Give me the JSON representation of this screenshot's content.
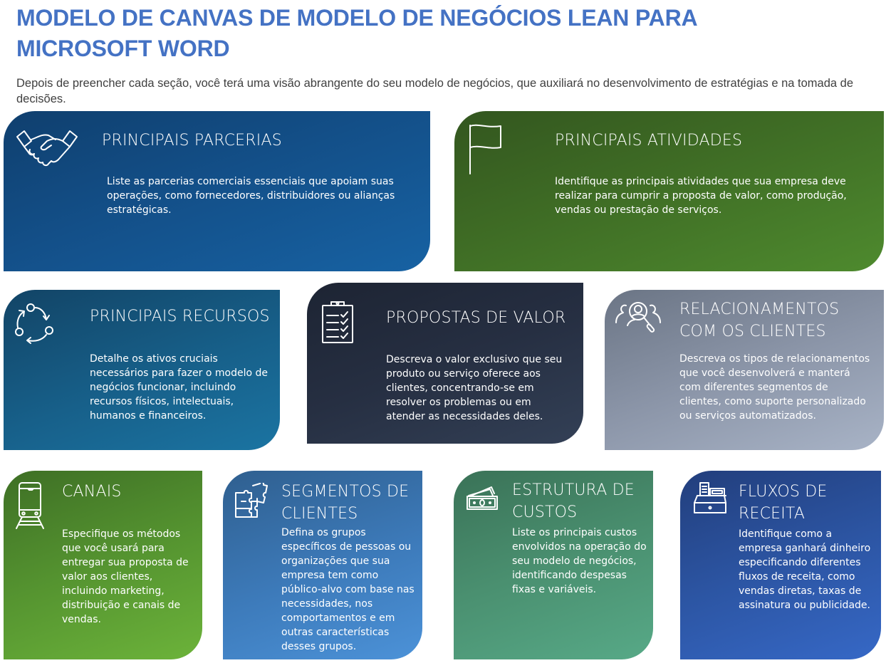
{
  "header": {
    "title": "MODELO DE CANVAS DE MODELO DE NEGÓCIOS LEAN PARA MICROSOFT WORD",
    "subtitle": "Depois de preencher cada seção, você terá uma visão abrangente do seu modelo de negócios, que auxiliará no desenvolvimento de estratégias e na tomada de decisões."
  },
  "cards": [
    {
      "id": "parcerias",
      "icon": "handshake-icon",
      "color": "#134f88",
      "title": "PRINCIPAIS PARCERIAS",
      "body": "Liste as parcerias comerciais essenciais que apoiam suas operações, como fornecedores, distribuidores ou alianças estratégicas."
    },
    {
      "id": "atividades",
      "icon": "flag-icon",
      "color": "#3f6d25",
      "title": "PRINCIPAIS ATIVIDADES",
      "body": "Identifique as principais atividades que sua empresa deve realizar para cumprir a proposta de valor, como produção, vendas ou prestação de serviços."
    },
    {
      "id": "recursos",
      "icon": "cycle-icon",
      "color": "#17608a",
      "title": "PRINCIPAIS RECURSOS",
      "body": "Detalhe os ativos cruciais necessários para fazer o modelo de negócios funcionar, incluindo recursos físicos, intelectuais, humanos e financeiros."
    },
    {
      "id": "propostas",
      "icon": "clipboard-checklist-icon",
      "color": "#262f42",
      "title": "PROPOSTAS DE VALOR",
      "body": "Descreva o valor exclusivo que seu produto ou serviço oferece aos clientes, concentrando-se em resolver os problemas ou em atender as necessidades deles."
    },
    {
      "id": "relacionamentos",
      "icon": "people-search-icon",
      "color": "#8b95a8",
      "title": "RELACIONAMENTOS COM OS CLIENTES",
      "body": "Descreva os tipos de relacionamentos que você desenvolverá e manterá com diferentes segmentos de clientes, como suporte personalizado ou serviços automatizados."
    },
    {
      "id": "canais",
      "icon": "train-icon",
      "color": "#559430",
      "title": "CANAIS",
      "body": "Especifique os métodos que você usará para entregar sua proposta de valor aos clientes, incluindo marketing, distribuição e canais de vendas."
    },
    {
      "id": "segmentos",
      "icon": "puzzle-icon",
      "color": "#3d7bbb",
      "title": "SEGMENTOS DE CLIENTES",
      "body": "Defina os grupos específicos de pessoas ou organizações que sua empresa tem como público-alvo com base nas necessidades, nos comportamentos e em outras características desses grupos."
    },
    {
      "id": "custos",
      "icon": "money-icon",
      "color": "#4a9070",
      "title": "ESTRUTURA DE CUSTOS",
      "body": "Liste os principais custos envolvidos na operação do seu modelo de negócios, identificando despesas fixas e variáveis."
    },
    {
      "id": "receita",
      "icon": "cash-register-icon",
      "color": "#2c55a3",
      "title": "FLUXOS DE RECEITA",
      "body": "Identifique como a empresa ganhará dinheiro especificando diferentes fluxos de receita, como vendas diretas, taxas de assinatura ou publicidade."
    }
  ]
}
